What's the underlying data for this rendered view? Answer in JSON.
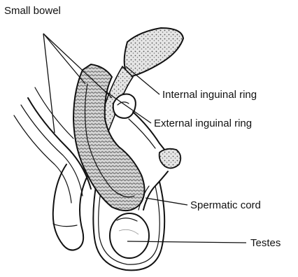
{
  "labels": {
    "small_bowel": "Small bowel",
    "internal_ring": "Internal inguinal ring",
    "external_ring": "External inguinal ring",
    "spermatic_cord": "Spermatic cord",
    "testes": "Testes"
  },
  "colors": {
    "ink": "#111111",
    "background": "#ffffff",
    "stipple": "#9a9a9a"
  }
}
